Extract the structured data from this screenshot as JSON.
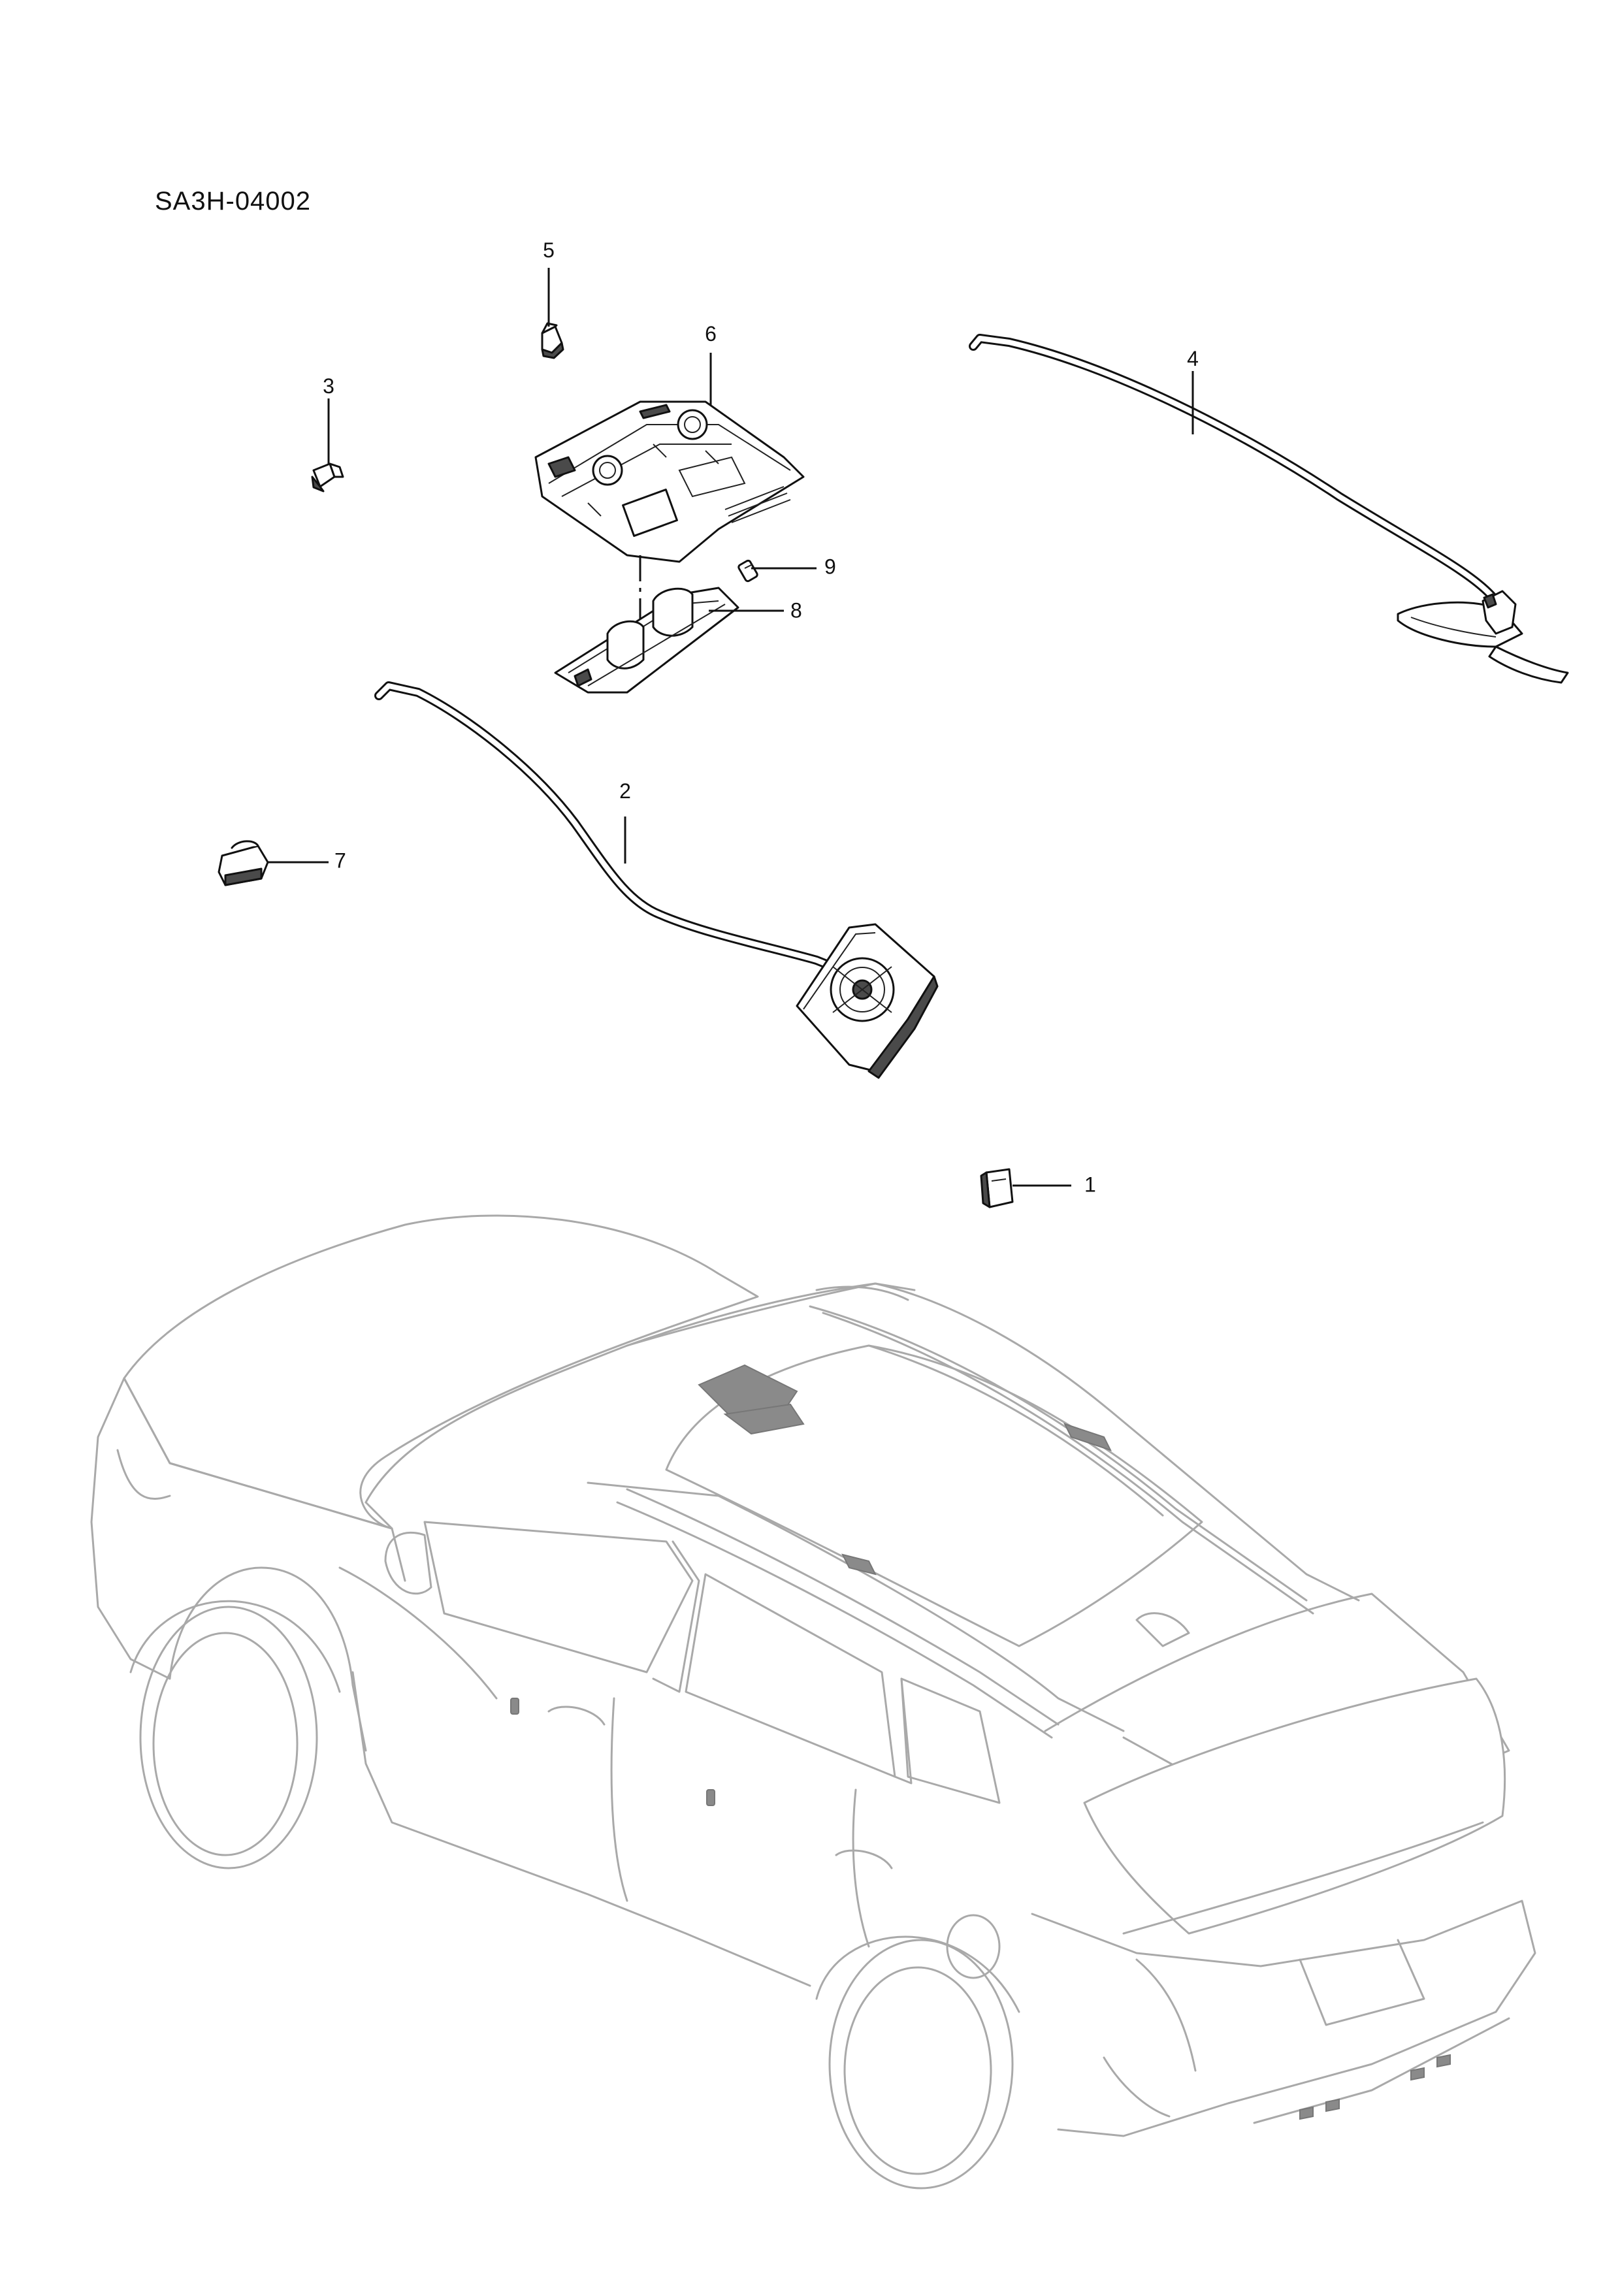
{
  "diagram": {
    "code": "SA3H-04002",
    "callouts": [
      {
        "id": "1",
        "label": "1"
      },
      {
        "id": "2",
        "label": "2"
      },
      {
        "id": "3",
        "label": "3"
      },
      {
        "id": "4",
        "label": "4"
      },
      {
        "id": "5",
        "label": "5"
      },
      {
        "id": "6",
        "label": "6"
      },
      {
        "id": "7",
        "label": "7"
      },
      {
        "id": "8",
        "label": "8"
      },
      {
        "id": "9",
        "label": "9"
      }
    ]
  }
}
